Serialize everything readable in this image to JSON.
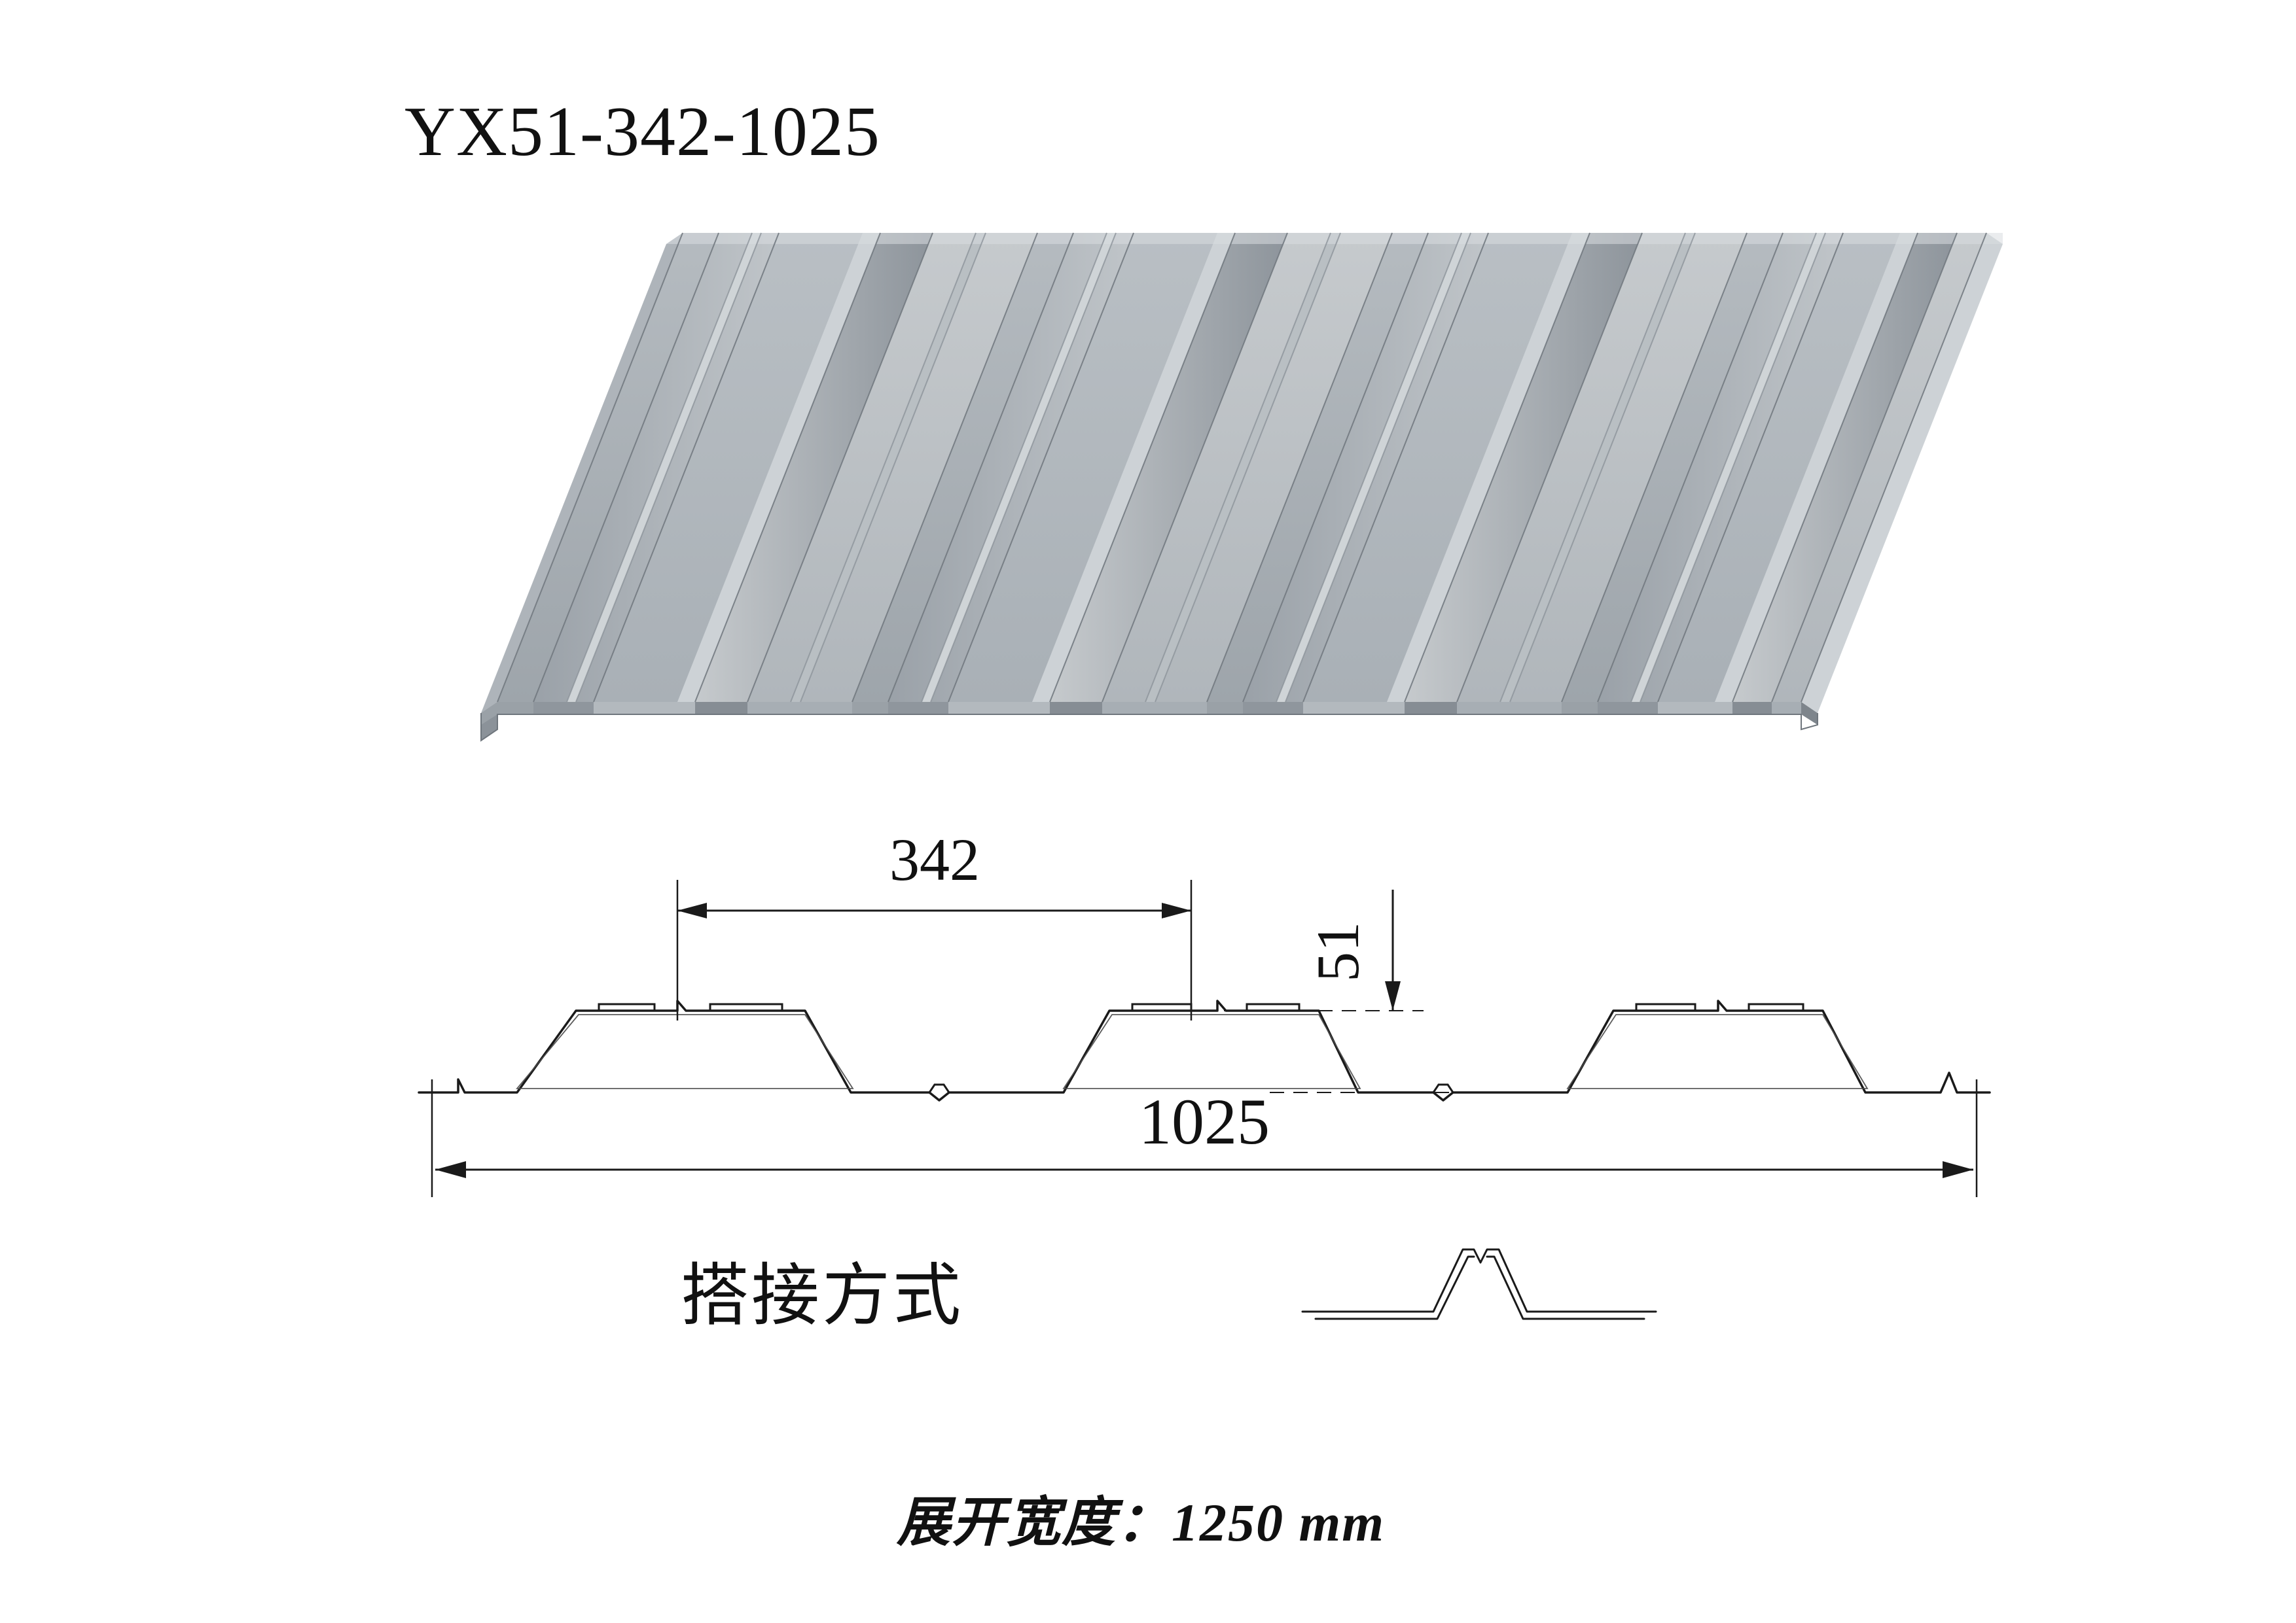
{
  "document": {
    "title": "YX51-342-1025",
    "language": "zh-CN"
  },
  "labels": {
    "lap_method": "搭接方式",
    "developed_width": "展开宽度：1250 mm"
  },
  "dimensions": {
    "rib_pitch": "342",
    "rib_height": "51",
    "cover_width": "1025"
  },
  "colors": {
    "background": "#ffffff",
    "line": "#1a1a1a",
    "metal_light": "#c3c8cc",
    "metal_mid": "#a7adb3",
    "metal_dark": "#8f969d",
    "metal_shadow": "#777e85",
    "metal_highlight": "#d8dcdf"
  },
  "figures": {
    "photo_caption": "",
    "profile_caption": "",
    "lap_detail_caption": ""
  }
}
